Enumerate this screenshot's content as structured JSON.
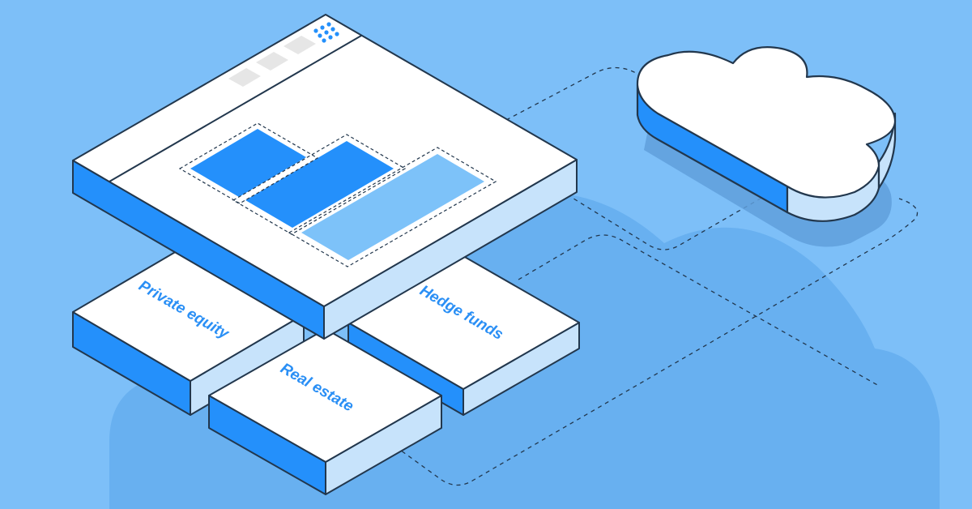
{
  "scene": {
    "background": "#7dbff8",
    "accent": "#2490fb",
    "outline": "#22374d",
    "icons": [
      "logo-icon",
      "cloud-icon"
    ]
  },
  "tiles": [
    {
      "label": "Private equity"
    },
    {
      "label": "Hedge funds"
    },
    {
      "label": "Real estate"
    }
  ],
  "window": {
    "tab_count": 3,
    "bars": [
      {
        "fill": "#2490fb"
      },
      {
        "fill": "#2490fb"
      },
      {
        "fill": "#7dc2f9"
      }
    ]
  }
}
